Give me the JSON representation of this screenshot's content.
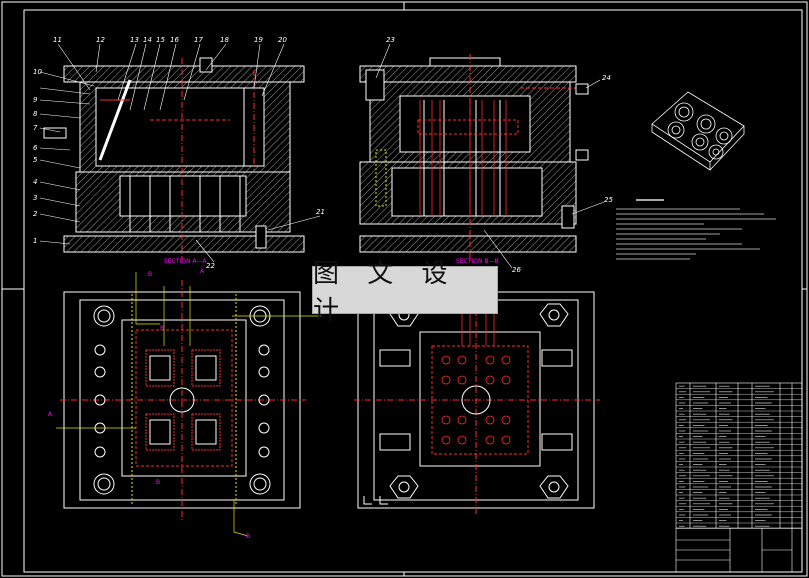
{
  "watermark": "图 文 设 计",
  "section_a_label": "SECTION A—A",
  "section_b_label": "SECTION B—B",
  "callouts_left": [
    "1",
    "2",
    "3",
    "4",
    "5",
    "6",
    "7",
    "8",
    "9",
    "10",
    "11",
    "12",
    "13",
    "14",
    "15",
    "16",
    "17",
    "18",
    "19",
    "20",
    "21",
    "22"
  ],
  "callouts_right": [
    "23",
    "24",
    "25",
    "26"
  ],
  "view_markers": [
    "A",
    "A",
    "B",
    "B",
    "B",
    "B"
  ],
  "colors": {
    "background": "#000000",
    "outline": "#ffffff",
    "hatch": "#cfcfcf",
    "centerline": "#ff2a2a",
    "section_label": "#ff00ff",
    "dimension": "#e6e600",
    "callout": "#ffffff"
  }
}
